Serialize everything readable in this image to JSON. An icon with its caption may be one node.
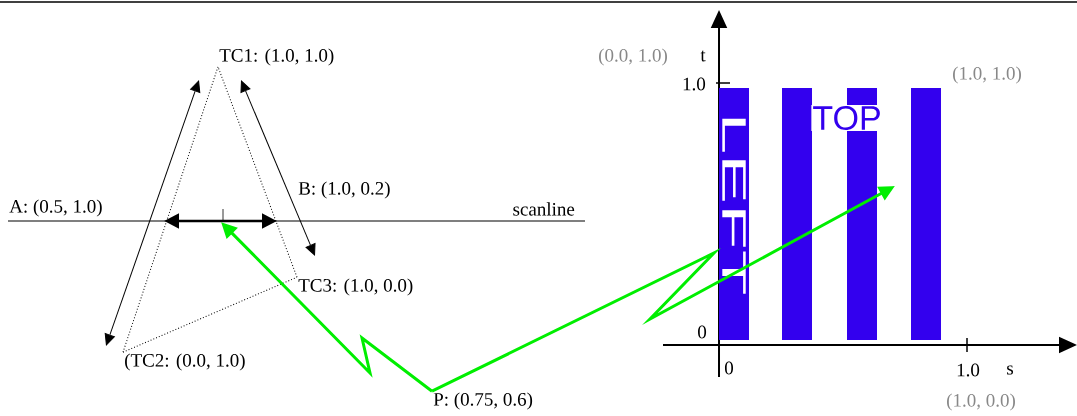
{
  "diagram": {
    "nodes": [
      {
        "text": [
          "TC1: (1.0, 1.0)"
        ]
      },
      {
        "text": [
          "(TC2: (0.0, 1.0)"
        ]
      },
      {
        "text": [
          "TC3: (1.0, 0.0)"
        ]
      },
      {
        "text": [
          "P: (0.75, 0.6)"
        ]
      },
      {
        "text": [
          "LEFT",
          "TOP"
        ]
      }
    ],
    "edges": [
      {
        "from": 0,
        "to": 1,
        "arrow": "none",
        "style": "dashed"
      },
      {
        "from": 1,
        "to": 2,
        "arrow": "none",
        "style": "dashed"
      },
      {
        "from": 2,
        "to": 0,
        "arrow": "none",
        "style": "dashed"
      },
      {
        "from": 3,
        "to": null,
        "arrow": "to",
        "style": "thick",
        "color": "#00ee00"
      },
      {
        "from": 3,
        "to": 4,
        "arrow": "to",
        "style": "thick",
        "color": "#00ee00"
      }
    ],
    "labels": [
      "(0.0, 1.0)",
      "t",
      "1.0",
      "(1.0, 1.0)",
      "B: (1.0, 0.2)",
      "A: (0.5, 1.0)",
      "scanline",
      "0",
      "0",
      "1.0",
      "s",
      "(1.0, 0.0)"
    ]
  }
}
